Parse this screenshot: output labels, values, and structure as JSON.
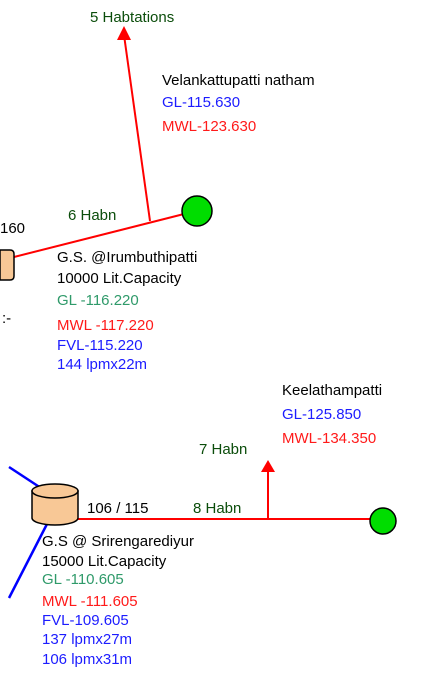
{
  "colors": {
    "main_line": "#ff0000",
    "node_fill": "#00dd00",
    "tank_fill": "#f8c896",
    "side_line": "#0000ff",
    "text_black": "#000000",
    "text_blue": "#1c1cff",
    "text_red": "#ff1a1a",
    "text_green": "#0b4d0b",
    "text_teal": "#2f9a6a"
  },
  "labels": {
    "top_habitations": "5 Habtations",
    "velan_name": "Velankattupatti natham",
    "velan_gl": "GL-115.630",
    "velan_mwl": "MWL-123.630",
    "clipped_number": "160",
    "clipped_glyph": ":-",
    "upper_habn": "6 Habn",
    "gs1_name": "G.S. @Irumbuthipatti",
    "gs1_capacity": "10000 Lit.Capacity",
    "gs1_gl": "GL -116.220",
    "gs1_mwl": "MWL -117.220",
    "gs1_fvl": "FVL-115.220",
    "gs1_pump": "144 lpmx22m",
    "keela_name": "Keelathampatti",
    "keela_gl": "GL-125.850",
    "keela_mwl": "MWL-134.350",
    "lower_branch_habn": "7 Habn",
    "pipe_ratio": "106 / 115",
    "lower_habn": "8 Habn",
    "gs2_name": "G.S @ Srirengarediyur",
    "gs2_capacity": "15000 Lit.Capacity",
    "gs2_gl": "GL -110.605",
    "gs2_mwl": "MWL -111.605",
    "gs2_fvl": "FVL-109.605",
    "gs2_pump1": "137 lpmx27m",
    "gs2_pump2": "106 lpmx31m"
  }
}
